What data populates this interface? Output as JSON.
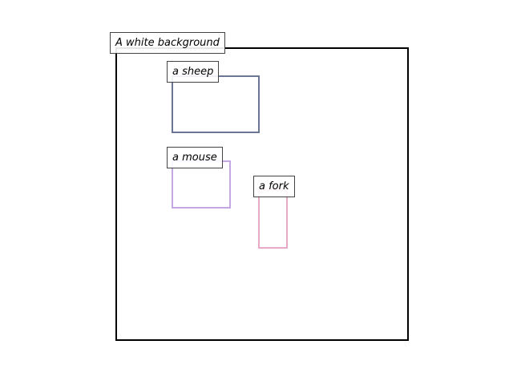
{
  "scene": {
    "background_label": "A white background",
    "frame_color": "#000000"
  },
  "objects": [
    {
      "label": "a sheep",
      "color": "#6b7594"
    },
    {
      "label": "a mouse",
      "color": "#c4a8e6"
    },
    {
      "label": "a fork",
      "color": "#e8a9c6"
    }
  ]
}
